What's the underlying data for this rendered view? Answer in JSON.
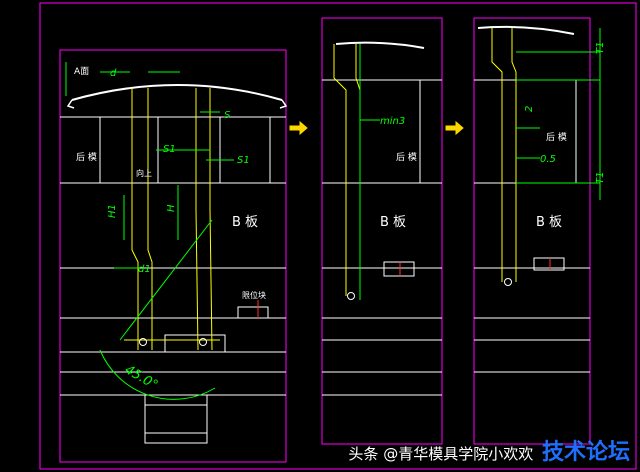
{
  "panel1": {
    "label_a_face": "A面",
    "label_d": "d",
    "label_s": "S",
    "label_s1_left": "S1",
    "label_s1_right": "S1",
    "label_rear_mold": "后 模",
    "label_up": "向上",
    "label_h1": "H1",
    "label_h": "H",
    "label_b_plate": "B 板",
    "label_d1": "d1",
    "label_pressure_block": "限位块",
    "label_angle": "45.0°"
  },
  "panel2": {
    "label_min3": "min3",
    "label_rear_mold": "后 模",
    "label_b_plate": "B 板"
  },
  "panel3": {
    "label_t1_top": "T1",
    "label_2": "2",
    "label_rear_mold": "后 模",
    "label_05": "0.5",
    "label_t1_bottom": "T1",
    "label_b_plate": "B 板"
  },
  "watermark": {
    "source": "头条",
    "author": "@青华模具学院小欢欢",
    "logo_text": "技术论坛"
  },
  "colors": {
    "background": "#000000",
    "outline": "#ffffff",
    "frame": "#ff00ff",
    "dimension": "#00ff00",
    "lifter": "#ffff00",
    "marker": "#ff3030",
    "arrow": "#ffd700"
  }
}
